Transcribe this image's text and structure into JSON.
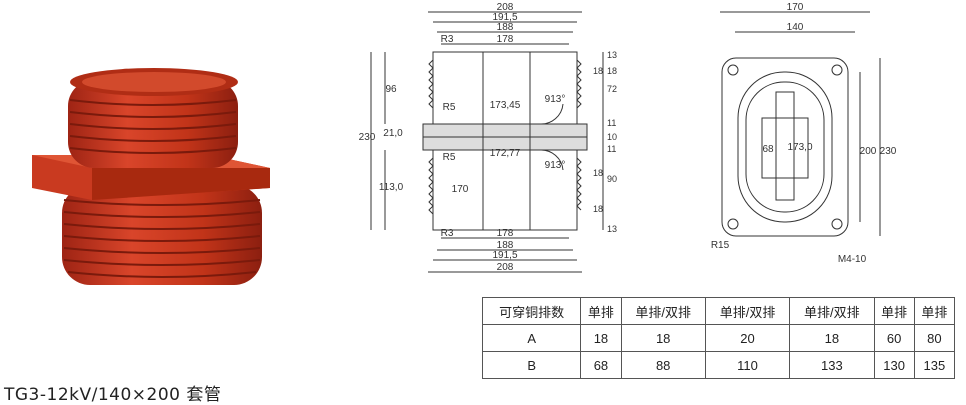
{
  "caption": "TG3-12kV/140×200 套管",
  "table": {
    "header": [
      "可穿铜排数",
      "单排",
      "单排/双排",
      "单排/双排",
      "单排/双排",
      "单排",
      "单排"
    ],
    "rows": [
      [
        "A",
        "18",
        "18",
        "20",
        "18",
        "60",
        "80"
      ],
      [
        "B",
        "68",
        "88",
        "110",
        "133",
        "130",
        "135"
      ]
    ]
  },
  "side_view": {
    "top_dims": [
      "208",
      "191,5",
      "188",
      "178"
    ],
    "bottom_dims": [
      "178",
      "188",
      "191,5",
      "208"
    ],
    "left_dims": [
      "96",
      "230",
      "21,0",
      "113,0"
    ],
    "right_dims": [
      "13",
      "18",
      "18",
      "72",
      "11",
      "10",
      "11",
      "18",
      "90",
      "18",
      "13"
    ],
    "inner_labels": [
      "173,45",
      "172,77",
      "170",
      "R5",
      "R5",
      "R3",
      "R3",
      "913°",
      "913°"
    ]
  },
  "top_view": {
    "width_dims": [
      "170",
      "140"
    ],
    "height_dims": [
      "200",
      "230"
    ],
    "inner_dims": [
      "173,0",
      "68"
    ],
    "labels": [
      "R15",
      "M4-10"
    ]
  },
  "colors": {
    "insulator": "#c8321e",
    "line": "#333333"
  }
}
